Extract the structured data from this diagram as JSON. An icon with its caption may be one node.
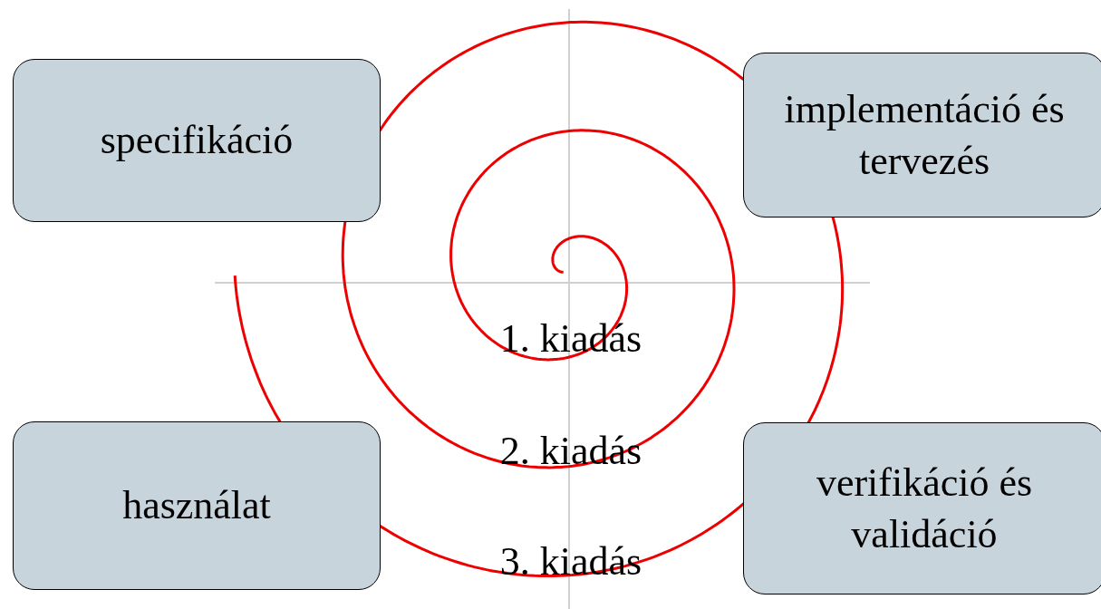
{
  "diagram": {
    "nodes": [
      {
        "text": [
          "specifikáció"
        ]
      },
      {
        "text": [
          "implementáció és tervezés"
        ]
      },
      {
        "text": [
          "használat"
        ]
      },
      {
        "text": [
          "verifikáció és validáció"
        ]
      }
    ],
    "labels": [
      "1. kiadás",
      "2. kiadás",
      "3. kiadás"
    ]
  }
}
